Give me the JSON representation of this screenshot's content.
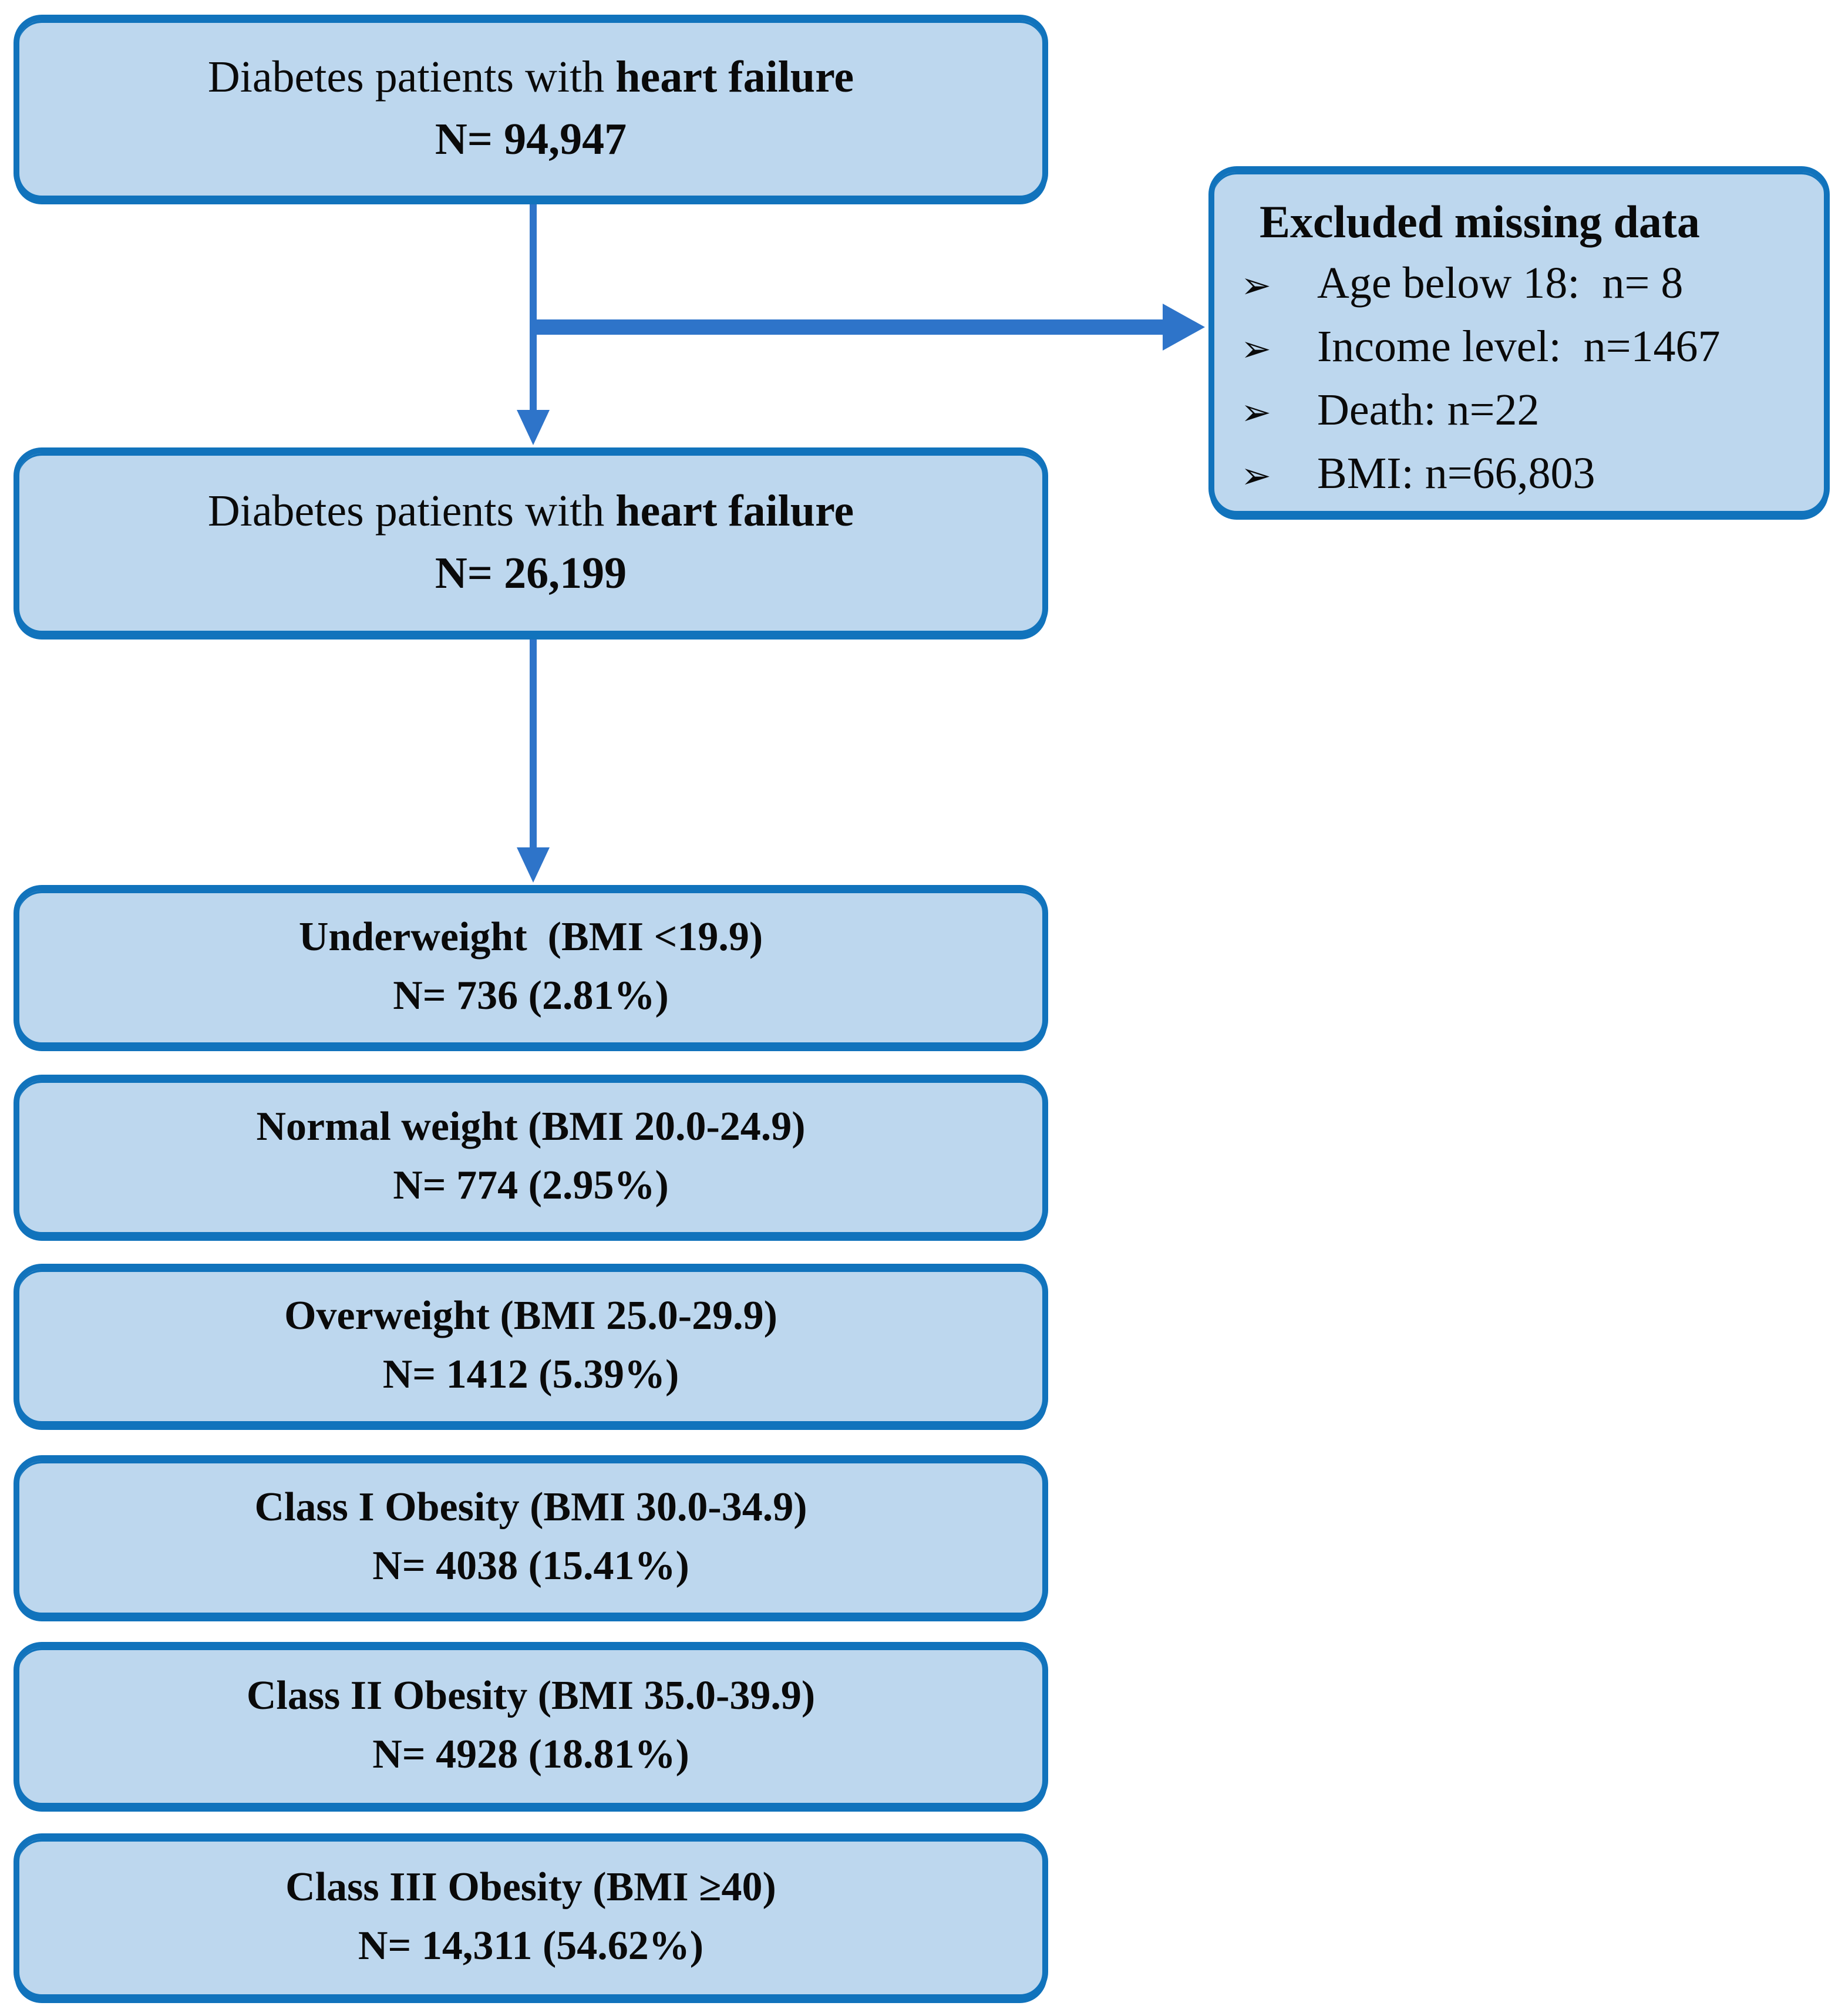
{
  "colors": {
    "box_fill": "#BDD7EE",
    "box_border": "#1173BC",
    "arrow": "#2E74C9",
    "text": "#0a0a0a"
  },
  "flow": {
    "source_box": {
      "label_regular": "Diabetes patients with ",
      "label_bold": "heart failure",
      "count": "N= 94,947"
    },
    "filtered_box": {
      "label_regular": "Diabetes patients with ",
      "label_bold": "heart failure",
      "count": "N= 26,199"
    },
    "excluded_box": {
      "title": "Excluded missing data",
      "bullet_marker": "➢",
      "items": [
        {
          "text": "Age below 18:  n= 8"
        },
        {
          "text": "Income level:  n=1467"
        },
        {
          "text": "Death: n=22"
        },
        {
          "text": "BMI: n=66,803"
        }
      ]
    },
    "bmi_boxes": [
      {
        "label": "Underweight  (BMI <19.9)",
        "count": "N= 736 (2.81%)"
      },
      {
        "label": "Normal weight (BMI 20.0-24.9)",
        "count": "N= 774 (2.95%)"
      },
      {
        "label": "Overweight (BMI 25.0-29.9)",
        "count": "N= 1412 (5.39%)"
      },
      {
        "label": "Class I Obesity (BMI 30.0-34.9)",
        "count": "N= 4038 (15.41%)"
      },
      {
        "label": "Class II Obesity (BMI 35.0-39.9)",
        "count": "N= 4928 (18.81%)"
      },
      {
        "label": "Class III Obesity (BMI ≥40)",
        "count": "N= 14,311 (54.62%)"
      }
    ]
  }
}
